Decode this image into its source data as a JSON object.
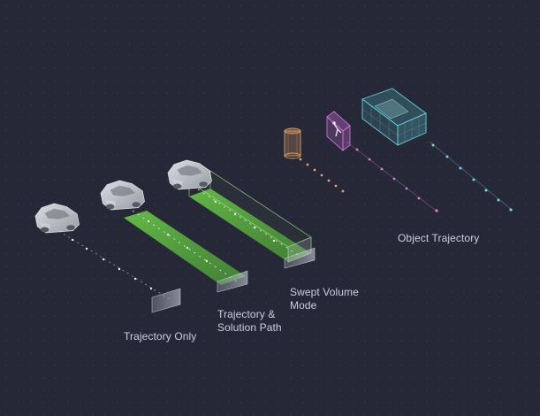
{
  "labels": {
    "trajectory_only": [
      "Trajectory Only"
    ],
    "trajectory_solution": [
      "Trajectory &",
      "Solution Path"
    ],
    "swept_volume": [
      "Swept Volume",
      "Mode"
    ],
    "object_trajectory": [
      "Object Trajectory"
    ]
  },
  "colors": {
    "background": "#262838",
    "label_text": "#c9cfe0",
    "solution_path": "#5fbf3f",
    "swept_volume_outline": "#9fdc8a",
    "pedestrian_cylinder": "#e0a060",
    "cyclist_box": "#d070d8",
    "vehicle_box": "#5fd0d8",
    "trajectory_dots_orange": "#e3a070",
    "trajectory_dots_pink": "#e07fd0",
    "trajectory_dots_cyan": "#6fd8e8",
    "car_body": "#bfc2c8"
  },
  "icons": {
    "car": "car-icon",
    "pedestrian": "pedestrian-cylinder-icon",
    "cyclist": "cyclist-box-icon",
    "vehicle": "vehicle-box-icon"
  }
}
